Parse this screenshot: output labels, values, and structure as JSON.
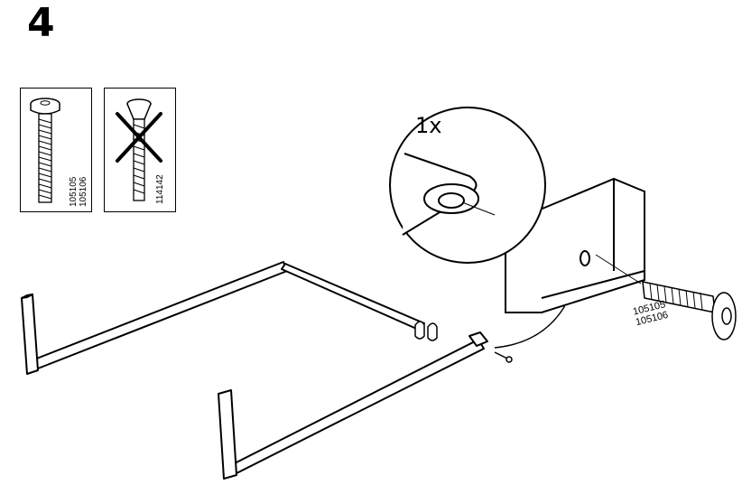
{
  "step": {
    "number": "4"
  },
  "parts": {
    "correct_screw": {
      "codes": "105105\n105106",
      "icon": "allen-bolt-icon"
    },
    "wrong_screw": {
      "codes": "114142",
      "icon": "countersunk-screw-icon",
      "marker": "cross-out-icon"
    }
  },
  "callout": {
    "quantity": "1x",
    "screw_codes": "105105\n105106"
  },
  "colors": {
    "line": "#000000",
    "background": "#ffffff"
  }
}
